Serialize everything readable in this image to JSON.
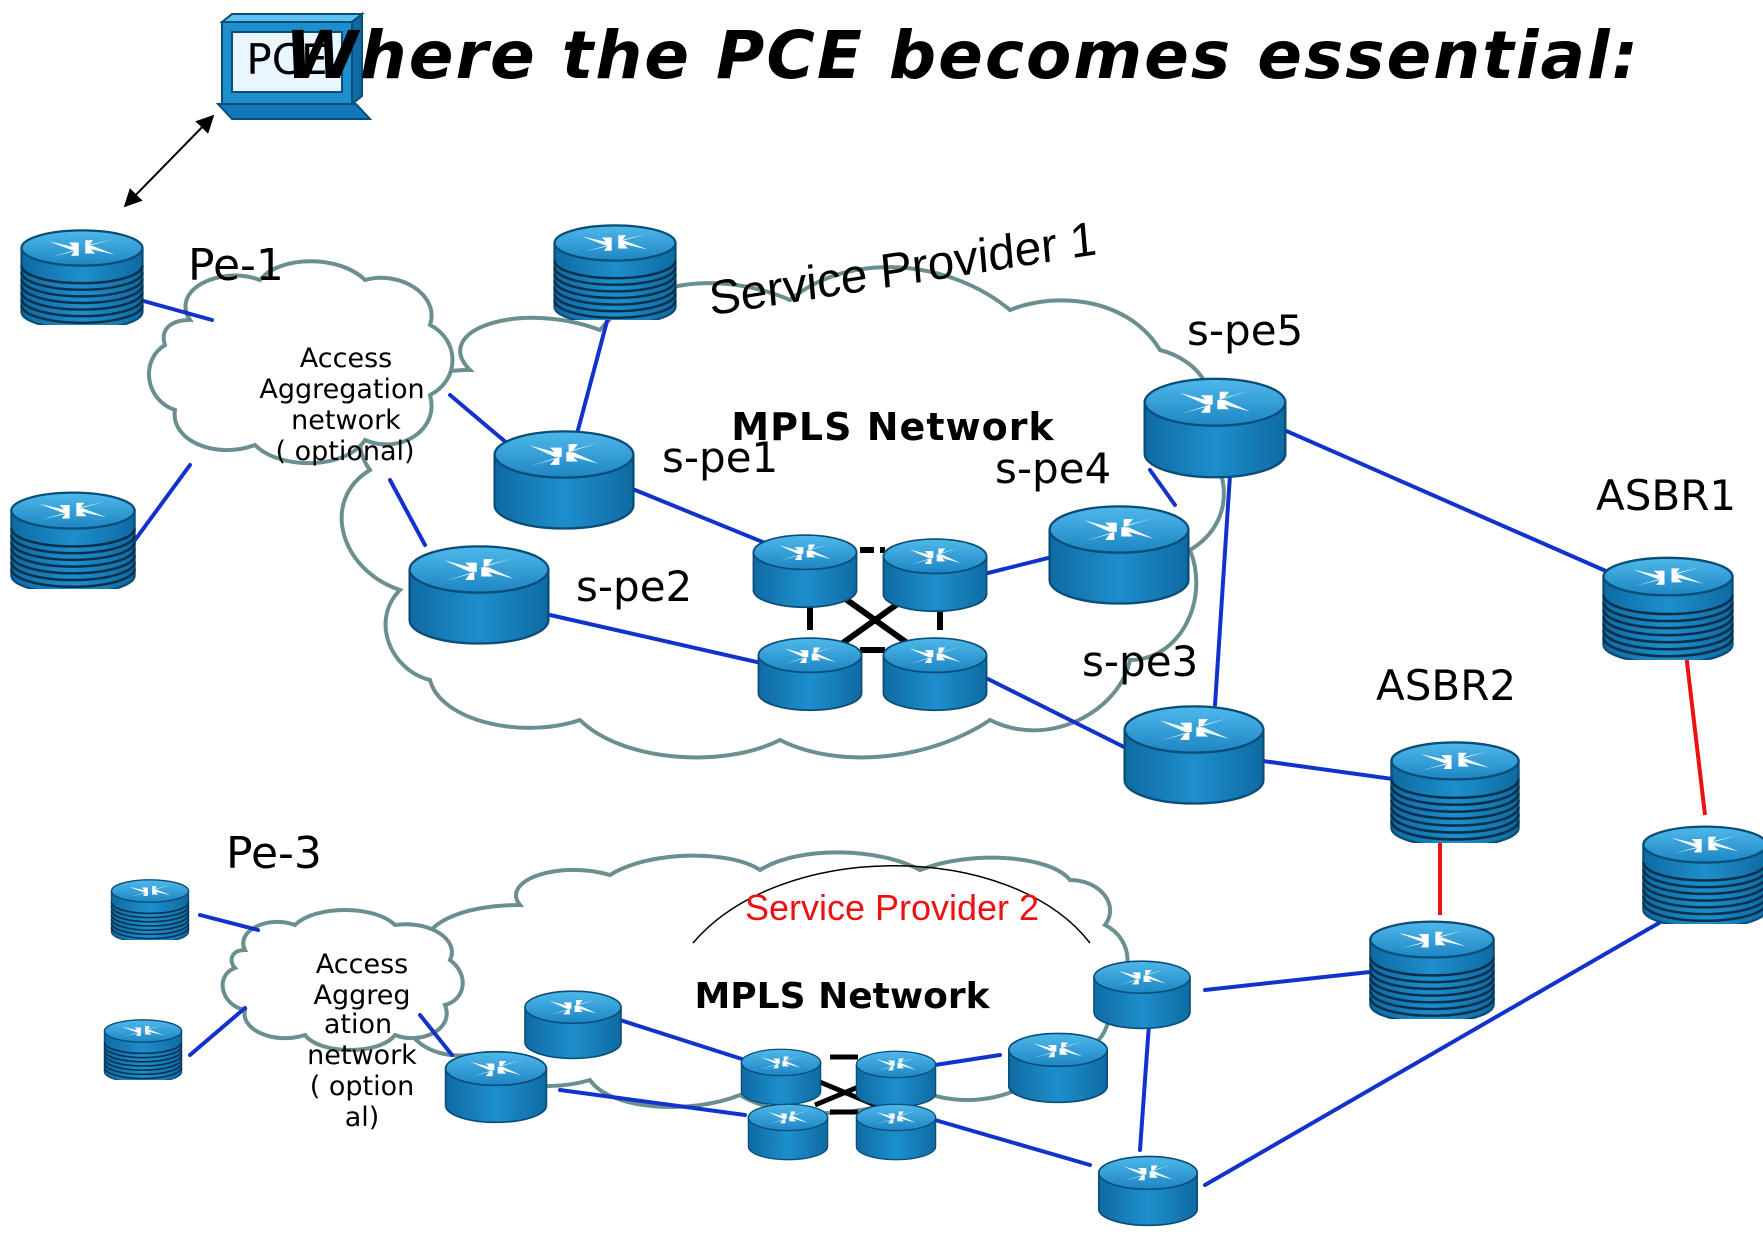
{
  "title": "Where the PCE becomes essential:",
  "pce_label": "PCE",
  "provider1": {
    "name": "Service Provider 1",
    "network": "MPLS Network",
    "access_lines": [
      "Access",
      "Aggregation",
      "network",
      "( optional)"
    ]
  },
  "provider2": {
    "name": "Service Provider 2",
    "network": "MPLS Network",
    "access_lines": [
      "Access",
      "Aggreg",
      "ation",
      "network",
      "( option",
      "al)"
    ]
  },
  "node_labels": {
    "pe1": "Pe-1",
    "pe3": "Pe-3",
    "spe1": "s-pe1",
    "spe2": "s-pe2",
    "spe3": "s-pe3",
    "spe4": "s-pe4",
    "spe5": "s-pe5",
    "asbr1": "ASBR1",
    "asbr2": "ASBR2"
  },
  "colors": {
    "link": "#1133cc",
    "inter_as_link": "#ee1111",
    "core_mesh": "#000000",
    "cloud_stroke": "#6b8e8f",
    "router_top": "#2a9ad6",
    "router_body": "#1478b8",
    "provider2_title": "#ee1111"
  },
  "icons": [
    "computer-icon",
    "router-icon",
    "switch-stack-icon",
    "cloud-shape",
    "double-arrow-icon"
  ]
}
